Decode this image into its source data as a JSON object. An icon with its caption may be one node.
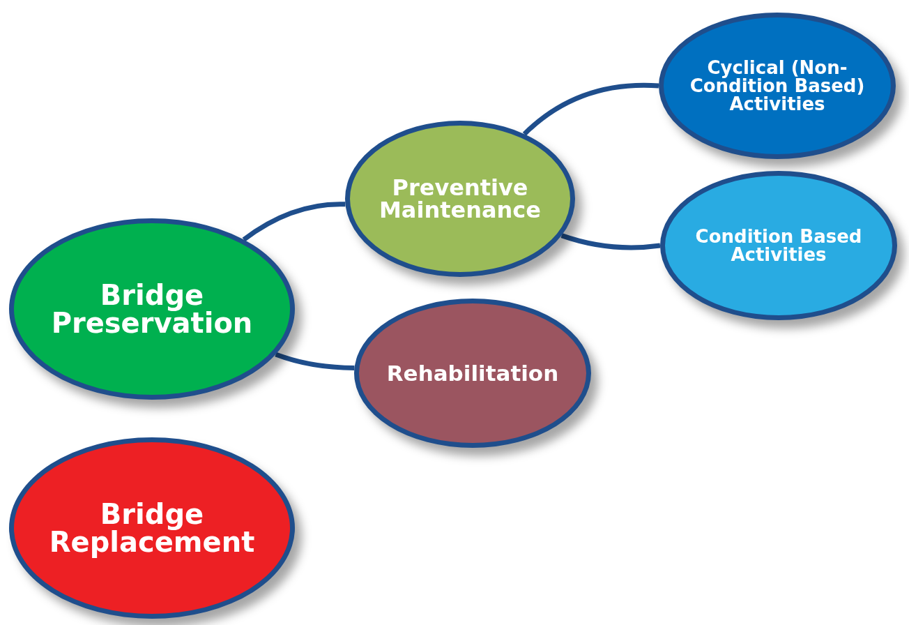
{
  "diagram": {
    "nodes": [
      {
        "text": [
          "Bridge Preservation"
        ]
      },
      {
        "text": [
          "Preventive Maintenance"
        ]
      },
      {
        "text": [
          "Cyclical (Non-Condition Based) Activities"
        ]
      },
      {
        "text": [
          "Condition Based Activities"
        ]
      },
      {
        "text": [
          "Rehabilitation"
        ]
      },
      {
        "text": [
          "Bridge Replacement"
        ]
      }
    ],
    "edges": [
      {
        "from": 0,
        "to": 1,
        "arrow": "none"
      },
      {
        "from": 1,
        "to": 2,
        "arrow": "none"
      },
      {
        "from": 1,
        "to": 3,
        "arrow": "none"
      },
      {
        "from": 0,
        "to": 4,
        "arrow": "none"
      }
    ]
  }
}
